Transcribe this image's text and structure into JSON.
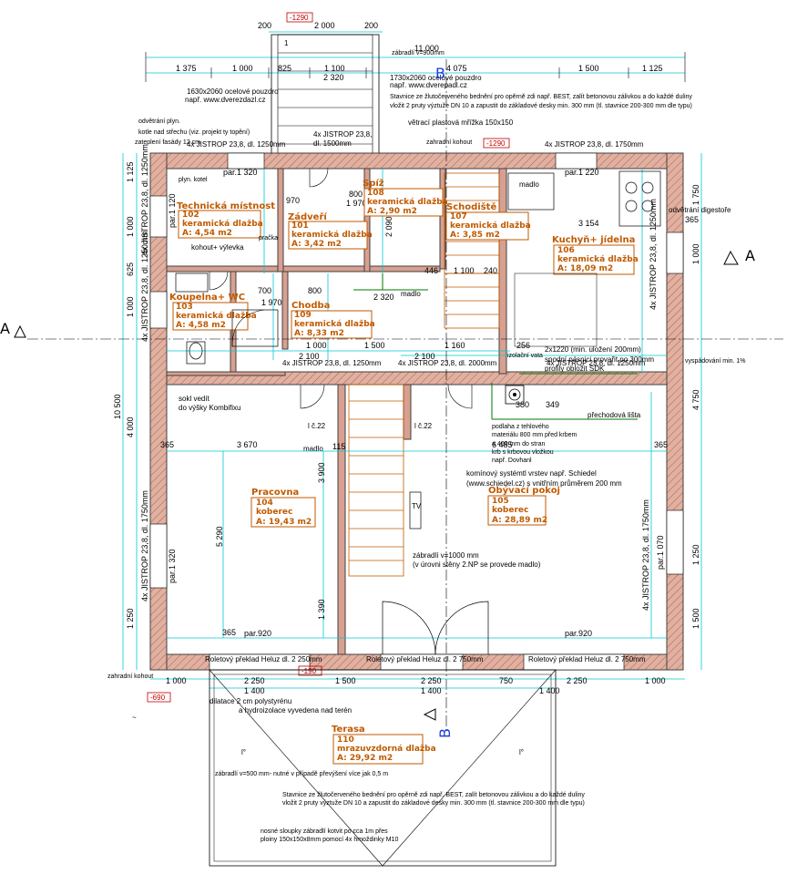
{
  "drawing": {
    "dims_top_total": "11 000",
    "dims_top_row": [
      "1 375",
      "1 000",
      "825",
      "1 100",
      "4 075",
      "1 500",
      "1 125"
    ],
    "dims_top_stairs": [
      "200",
      "2 000",
      "200"
    ],
    "dims_top_2320": "2 320",
    "dims_bottom_row1": [
      "1 000",
      "2 250",
      "1 500",
      "2 250",
      "750",
      "2 250",
      "1 000"
    ],
    "dims_bottom_row2": [
      "1 400",
      "1 400"
    ],
    "dims_left_total": "10 500",
    "dims_left_parts": [
      "1 125",
      "1 000",
      "625",
      "1 000",
      "4 000",
      "1 250"
    ],
    "dims_right": [
      "1 750",
      "1 000",
      "4 750",
      "1 250",
      "1 500"
    ],
    "red_marks": [
      "-1290",
      "-1290",
      "-190",
      "-690"
    ],
    "section_a": "A",
    "section_b": "B"
  },
  "rooms": [
    {
      "name": "Technická místnost",
      "num": "102",
      "finish": "keramická dlažba",
      "area": "A: 4,54 m2"
    },
    {
      "name": "Zádveří",
      "num": "101",
      "finish": "keramická dlažba",
      "area": "A: 3,42 m2"
    },
    {
      "name": "Spíž",
      "num": "108",
      "finish": "keramická dlažba",
      "area": "A: 2,90 m2"
    },
    {
      "name": "Schodiště",
      "num": "107",
      "finish": "keramická dlažba",
      "area": "A: 3,85 m2"
    },
    {
      "name": "Kuchyň+ jídelna",
      "num": "106",
      "finish": "keramická dlažba",
      "area": "A: 18,09 m2"
    },
    {
      "name": "Koupelna+ WC",
      "num": "103",
      "finish": "keramická dlažba",
      "area": "A: 4,58 m2"
    },
    {
      "name": "Chodba",
      "num": "109",
      "finish": "keramická dlažba",
      "area": "A: 8,33 m2"
    },
    {
      "name": "Pracovna",
      "num": "104",
      "finish": "koberec",
      "area": "A: 19,43 m2"
    },
    {
      "name": "Obývací pokoj",
      "num": "105",
      "finish": "koberec",
      "area": "A: 28,89 m2"
    },
    {
      "name": "Terasa",
      "num": "110",
      "finish": "mrazuvzdorná dlažba",
      "area": "A: 29,92 m2"
    }
  ],
  "notes": {
    "zabradli_top": "zábradlí v=900mm",
    "door1": "1630x2060 ocelové pouzdro",
    "door1b": "např. www.dverezdazl.cz",
    "door2": "1730x2060 ocelové pouzdro",
    "door2b": "např. www.dverepadl.cz",
    "stairs1": "Stavnice ze žlutočerveného bednění pro opěrně zdi např. BEST, zalít betonovou zálivkou a do každé duliny",
    "stairs2": "vložit 2 pruty výztuže DN 10 a zapustit do základové desky min. 300 mm (tl. stavnice 200-300 mm dle typu)",
    "vent": "větrací plastová mřížka 150x150",
    "gas": "odvětrání plyn.",
    "gas2": "kotle nad střechu (viz. projekt ty topění)",
    "facade": "zateplení fasády 12 cm",
    "jist1": "4x JISTROP 23,8, dl. 1250mm",
    "jist2": "4x JISTROP 23,8,",
    "jist2b": "dl. 1500mm",
    "jist3": "4x JISTROP 23,8, dl. 1750mm",
    "jist4": "4x JISTROP 23,8, dl. 1250mm",
    "jist5": "4x JISTROP 23,8, dl. 2000mm",
    "jist6": "2x1220 (min. uložení 200mm)",
    "spodni": "spodní pásnici provařit po 300mm",
    "profil": "profily obložit SDK",
    "zahradni": "zahradní kohout",
    "odvetrani": "odvětrání digestoře",
    "vypust": "vyspádování min. 1%",
    "kohout": "kohout+ výlevka",
    "pracka": "pračka",
    "plyn": "plyn. kotel",
    "sokl": "sokl vedít",
    "sokl2": "do výšky Kombifixu",
    "madlo": "madlo",
    "prechod": "přechodová lišta",
    "podlaha1": "podlaha z tehlového",
    "podlaha2": "materiálu 800 mm před krbem",
    "podlaha3": "a 400 mm do stran",
    "podlaha4": "krb s krbovou vložkou",
    "podlaha5": "např. Dovhanl",
    "kominovy": "komínový systémtl vrstev např. Schiedel",
    "kominovy2": "(www.schiedel.cz) s vnitřním průměrem 200 mm",
    "zabradli_int": "zábradlí v=1000 mm",
    "zabradli_int2": "(v úrovni stěny 2.NP se provede madlo)",
    "izolacni": "izolační vata",
    "roletovy1": "Roletový překlad Heluz dl. 2 250mm",
    "roletovy2": "Roletový překlad Heluz dl. 2 750mm",
    "roletovy3": "Roletový překlad Heluz dl. 2 750mm",
    "dilatace": "dilatace 2 cm polystyrénu",
    "dilatace2": "a hydroizolace vyvedena nad terén",
    "zabradli_ter": "zábradlí v=500 mm- nutné v případě převýšení více jak 0,5 m",
    "stav_bot1": "Stavnice ze žlutočerveného bednění pro opěrně zdi např. BEST, zalít betonovou zálivkou a do každé duliny",
    "stav_bot2": "vložit 2 pruty výztuže DN 10 a zapustit do základové desky min. 300 mm (tl. stavnice 200-300 mm dle typu)",
    "sloupky1": "nosné sloupky zábradlí kotvit po cca 1m přes",
    "sloupky2": "ploiny 150x150x8mm pomocí 4x hmoždinky M10",
    "tv": "TV",
    "lc": "l č.22",
    "par": [
      "par.1 320",
      "par.1 220",
      "par.1 120",
      "par.1 320",
      "par.1 070",
      "par.920",
      "par.920"
    ]
  }
}
